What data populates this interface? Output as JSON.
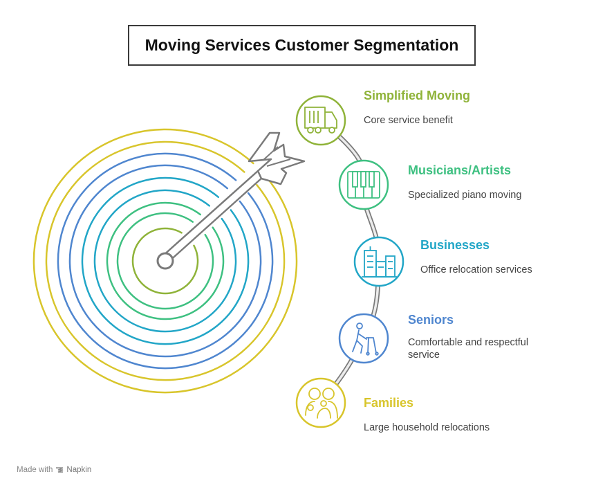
{
  "title": "Moving Services Customer Segmentation",
  "segments": [
    {
      "label": "Simplified Moving",
      "description": "Core service benefit",
      "color": "#8fb339",
      "icon": "truck-icon"
    },
    {
      "label": "Musicians/Artists",
      "description": "Specialized piano moving",
      "color": "#3ec081",
      "icon": "piano-icon"
    },
    {
      "label": "Businesses",
      "description": "Office relocation services",
      "color": "#22a6c7",
      "icon": "buildings-icon"
    },
    {
      "label": "Seniors",
      "description": "Comfortable and respectful service",
      "color": "#4f86cf",
      "icon": "walker-icon"
    },
    {
      "label": "Families",
      "description": "Large household relocations",
      "color": "#d8c52b",
      "icon": "family-icon"
    }
  ],
  "target_ring_colors": [
    "#8fb339",
    "#3ec081",
    "#22a6c7",
    "#4f86cf",
    "#d8c52b"
  ],
  "footer": {
    "made_with": "Made with",
    "brand": "Napkin"
  }
}
